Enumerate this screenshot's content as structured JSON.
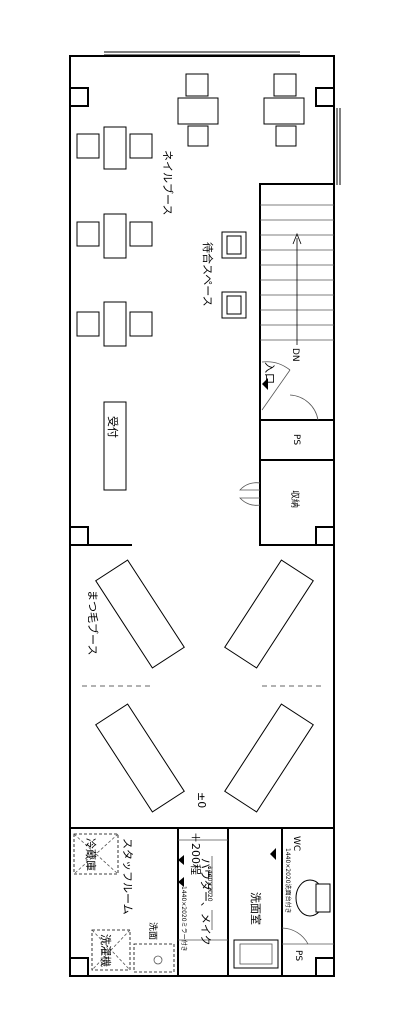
{
  "labels": {
    "nail_booth": "ネイルブース",
    "waiting_space": "待合スペース",
    "entrance": "入口",
    "down": "DN",
    "ps_upper": "PS",
    "reception": "受付",
    "storage": "収納",
    "eyelash_booth": "まつ毛ブース",
    "floor_level": "±0",
    "staff_room": "スタッフルーム",
    "refrigerator": "冷蔵庫",
    "washing_machine": "洗濯機",
    "sink_staff": "洗面",
    "powder_room": "パウダー、メイク",
    "height_note": "＋200程",
    "dim_a": "1440×2020",
    "dim_b": "1440×2020ミラー付き",
    "wash_room": "洗面室",
    "wc": "WC",
    "wc_note": "1440×2020洗面台付き",
    "ps_lower": "PS"
  }
}
